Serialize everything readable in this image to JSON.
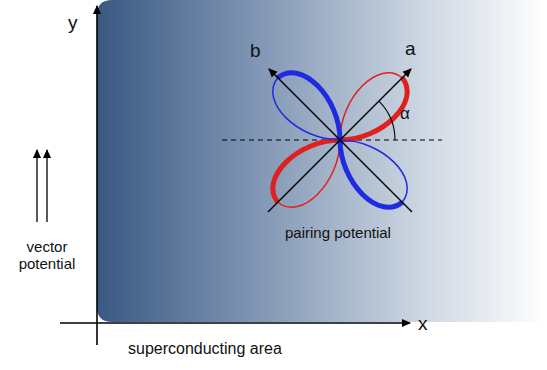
{
  "diagram": {
    "labels": [
      "y",
      "b",
      "a",
      "α",
      "pairing potential",
      "vector potential",
      "x",
      "superconducting area"
    ]
  }
}
